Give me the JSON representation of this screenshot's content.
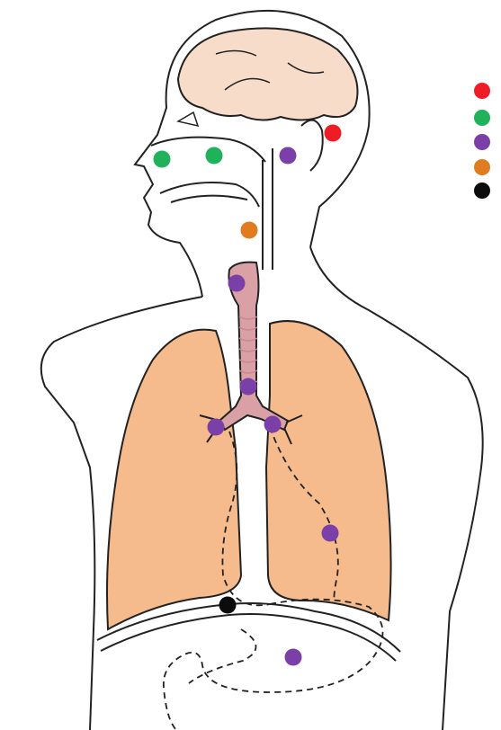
{
  "colors": {
    "outline": "#222222",
    "brain": "#f8dcca",
    "lung": "#f5bb8c",
    "airway": "#d9a0a6",
    "airway_ring": "#c98890",
    "red": "#ee1c25",
    "green": "#1fb25a",
    "purple": "#7b3fa8",
    "orange": "#e07b1f",
    "black": "#0c0c0c"
  },
  "legend": {
    "items": [
      {
        "name": "legend-dot-red",
        "color": "red"
      },
      {
        "name": "legend-dot-green",
        "color": "green"
      },
      {
        "name": "legend-dot-purple",
        "color": "purple"
      },
      {
        "name": "legend-dot-orange",
        "color": "orange"
      },
      {
        "name": "legend-dot-black",
        "color": "black"
      }
    ]
  },
  "markers": [
    {
      "name": "ear-marker-red",
      "color": "red"
    },
    {
      "name": "nasal-marker-green-front",
      "color": "green"
    },
    {
      "name": "nasal-marker-green-back",
      "color": "green"
    },
    {
      "name": "nasopharynx-marker-purple",
      "color": "purple"
    },
    {
      "name": "throat-marker-orange",
      "color": "orange"
    },
    {
      "name": "larynx-marker-purple",
      "color": "purple"
    },
    {
      "name": "trachea-marker-purple",
      "color": "purple"
    },
    {
      "name": "left-bronchus-marker-purple",
      "color": "purple"
    },
    {
      "name": "right-bronchus-marker-purple",
      "color": "purple"
    },
    {
      "name": "lung-marker-purple",
      "color": "purple"
    },
    {
      "name": "diaphragm-marker-black",
      "color": "black"
    },
    {
      "name": "abdomen-marker-purple",
      "color": "purple"
    }
  ]
}
